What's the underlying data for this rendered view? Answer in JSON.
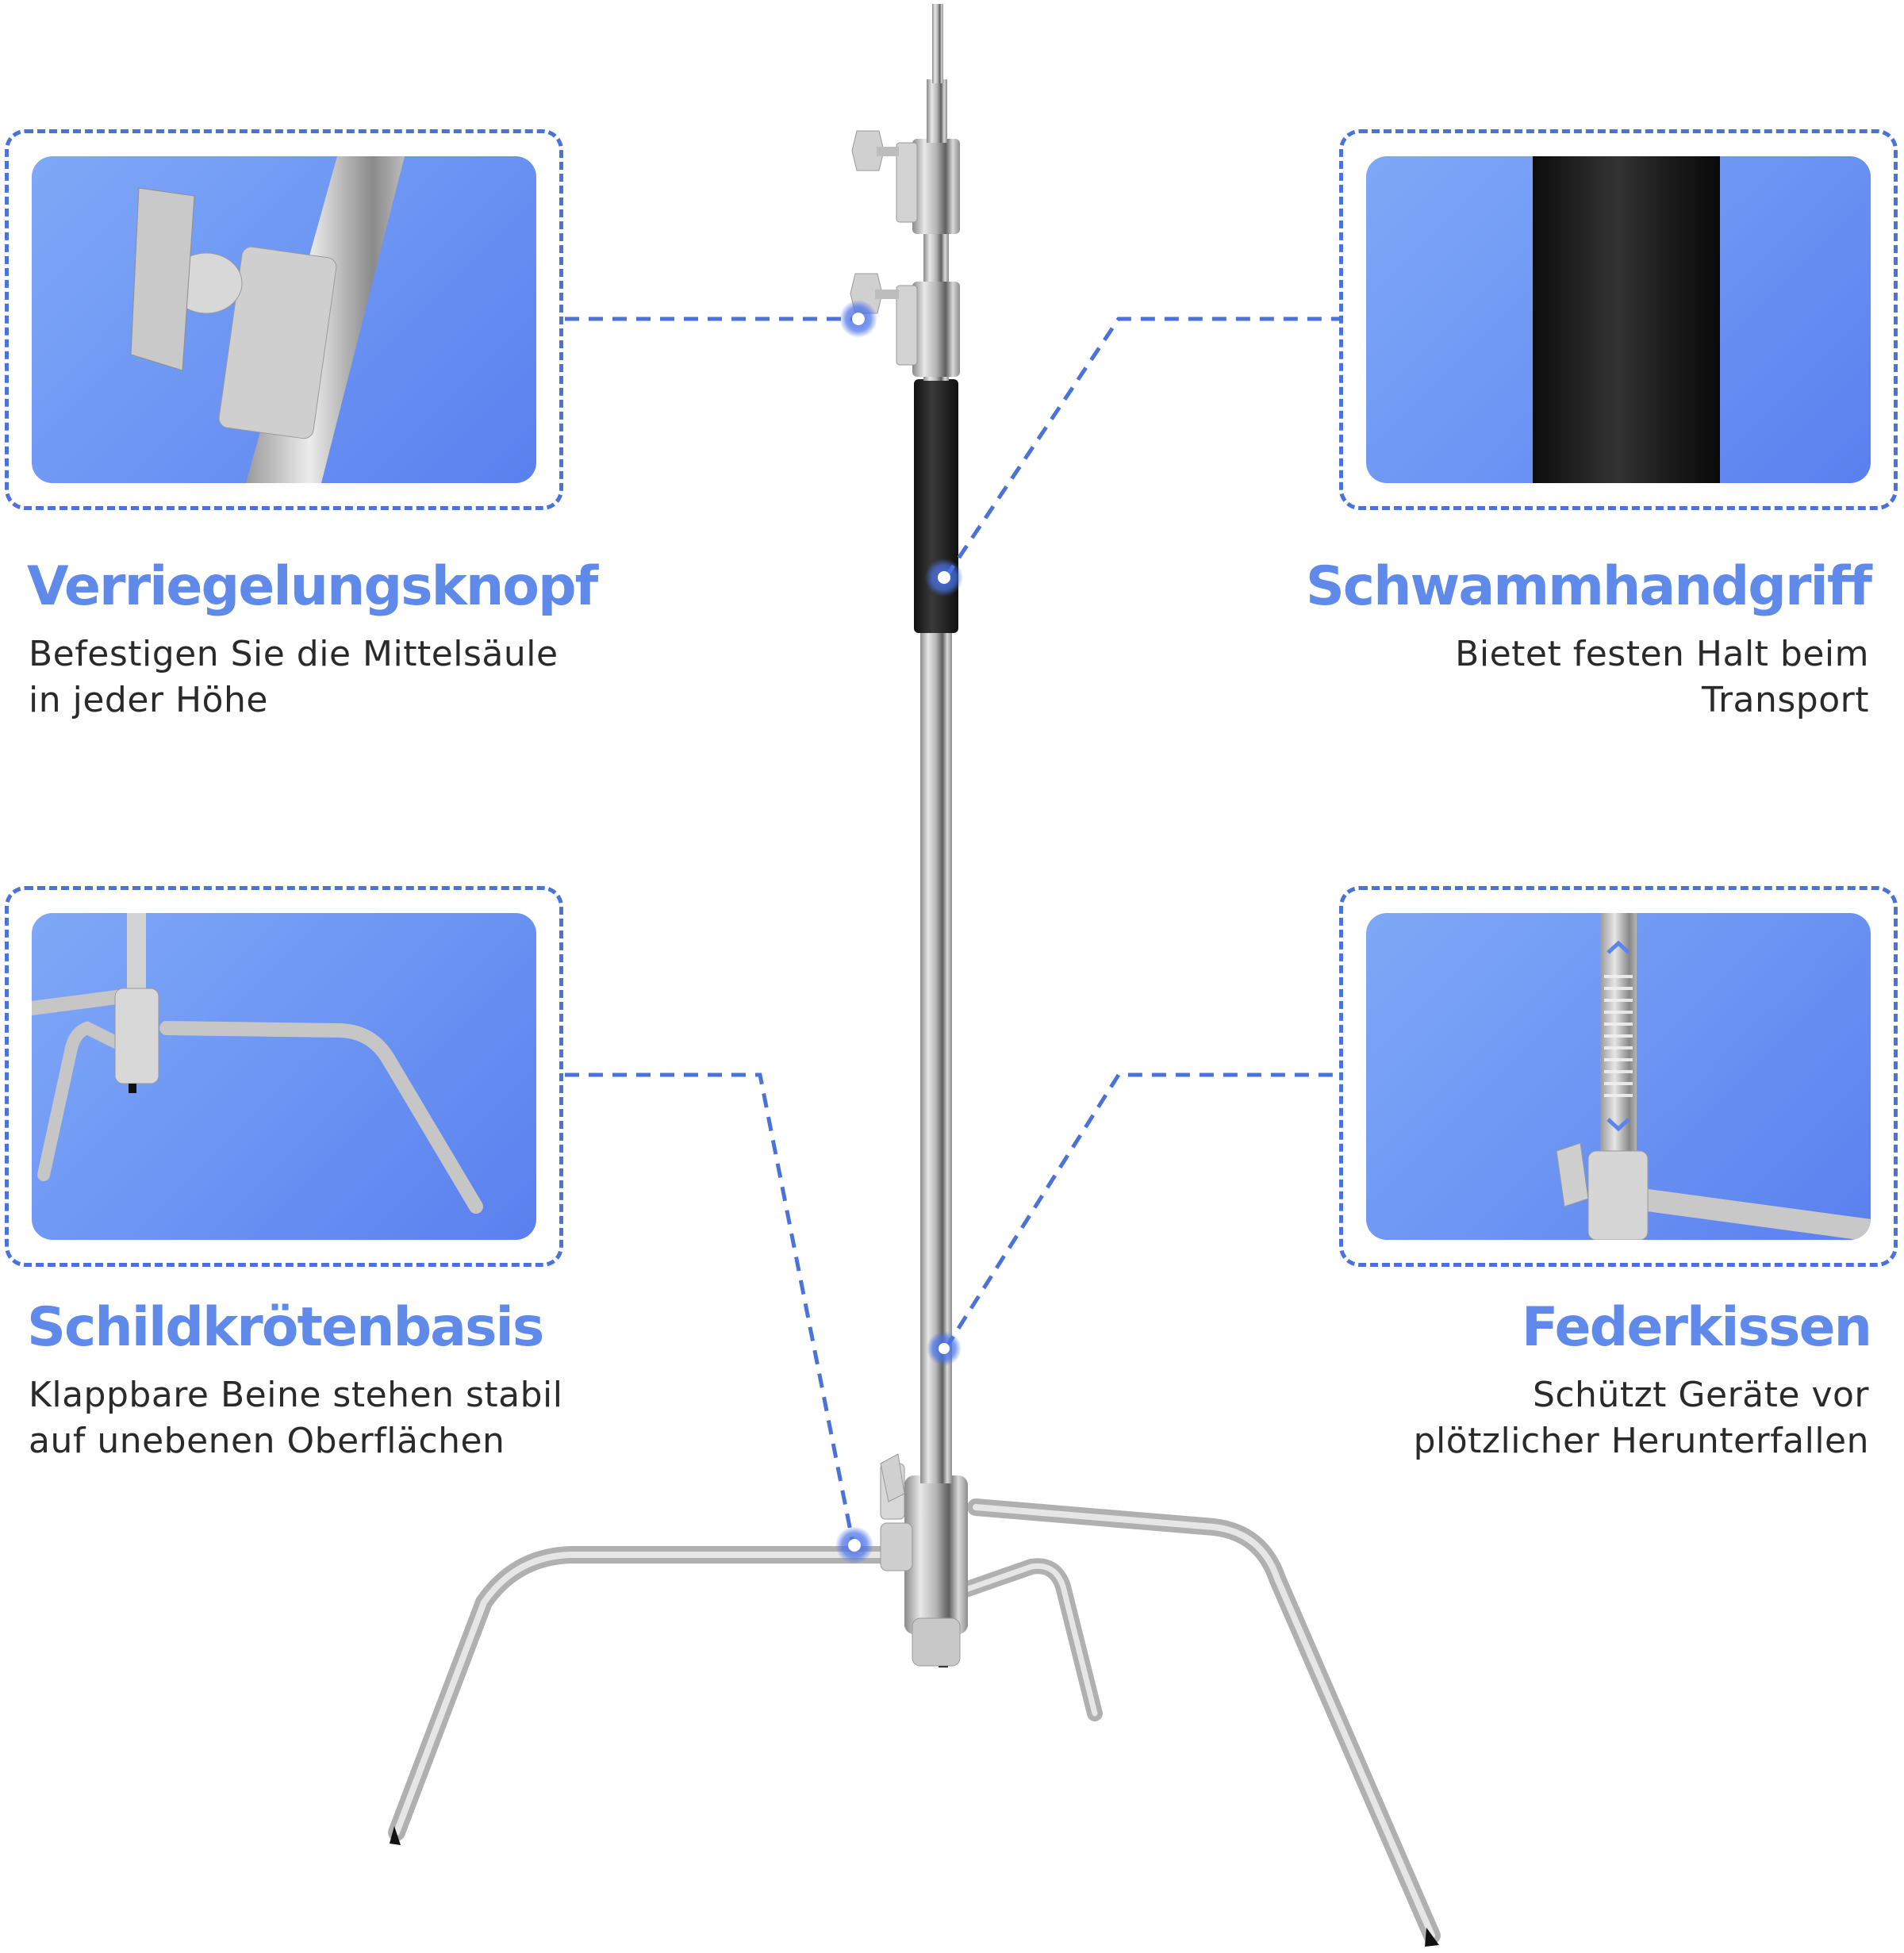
{
  "features": [
    {
      "id": "locking-knob",
      "title": "Verriegelungsknopf",
      "desc_line1": "Befestigen Sie die Mittelsäule",
      "desc_line2": "in jeder Höhe",
      "image_icon": "locking-knob-closeup"
    },
    {
      "id": "foam-handle",
      "title": "Schwammhandgriff",
      "desc_line1": "Bietet festen Halt beim",
      "desc_line2": "Transport",
      "image_icon": "foam-grip-closeup"
    },
    {
      "id": "turtle-base",
      "title": "Schildkrötenbasis",
      "desc_line1": "Klappbare Beine stehen stabil",
      "desc_line2": "auf unebenen Oberflächen",
      "image_icon": "turtle-base-closeup"
    },
    {
      "id": "spring-cushion",
      "title": "Federkissen",
      "desc_line1": "Schützt Geräte vor",
      "desc_line2": "plötzlicher Herunterfallen",
      "image_icon": "spring-cushion-closeup"
    }
  ],
  "colors": {
    "accent": "#4a72d8",
    "title": "#5f8ae9",
    "panel_light": "#7fa8f7",
    "panel_dark": "#5a80ee",
    "text": "#2a2a2a",
    "steel": "#c8c8c8",
    "grip": "#1c1c1c"
  },
  "product_icon": "c-stand"
}
